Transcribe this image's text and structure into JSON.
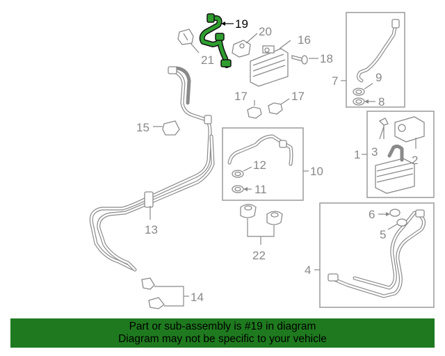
{
  "callouts": {
    "c1": "1",
    "c2": "2",
    "c3": "3",
    "c4": "4",
    "c5": "5",
    "c6": "6",
    "c7": "7",
    "c8": "8",
    "c9": "9",
    "c10": "10",
    "c11": "11",
    "c12": "12",
    "c13": "13",
    "c14": "14",
    "c15": "15",
    "c16": "16",
    "c17a": "17",
    "c17b": "17",
    "c18": "18",
    "c19": "19",
    "c20": "20",
    "c21": "21",
    "c22": "22"
  },
  "highlighted_part": "19",
  "colors": {
    "highlight_fill": "#2f9e2f",
    "caption_background": "#1f7a1f",
    "line_art": "#8a8a8a"
  },
  "caption": {
    "line1": "Part or sub-assembly is #19 in diagram",
    "line2": "Diagram may not be specific to your vehicle"
  }
}
